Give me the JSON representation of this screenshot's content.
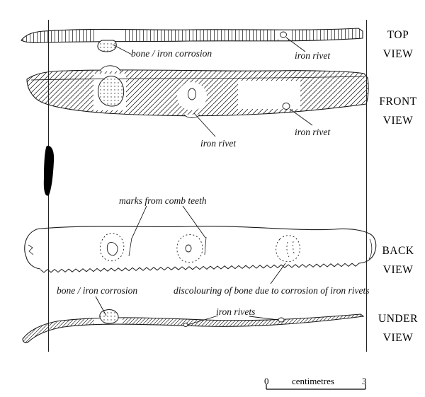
{
  "figure": {
    "views": [
      {
        "name": "top",
        "line1": "TOP",
        "line2": "VIEW"
      },
      {
        "name": "front",
        "line1": "FRONT",
        "line2": "VIEW"
      },
      {
        "name": "back",
        "line1": "BACK",
        "line2": "VIEW"
      },
      {
        "name": "under",
        "line1": "UNDER",
        "line2": "VIEW"
      }
    ],
    "annotations": {
      "top_corrosion": "bone / iron corrosion",
      "top_rivet": "iron rivet",
      "front_rivet_mid": "iron rivet",
      "front_rivet_right": "iron rivet",
      "comb_marks": "marks from comb teeth",
      "under_corrosion": "bone / iron corrosion",
      "discolouring": "discolouring of bone due to corrosion of iron rivets",
      "under_rivets": "iron rivets"
    },
    "scale": {
      "start": "0",
      "unit": "centimetres",
      "end": "3"
    },
    "colors": {
      "ink": "#1a1a1a",
      "background": "#ffffff"
    }
  }
}
